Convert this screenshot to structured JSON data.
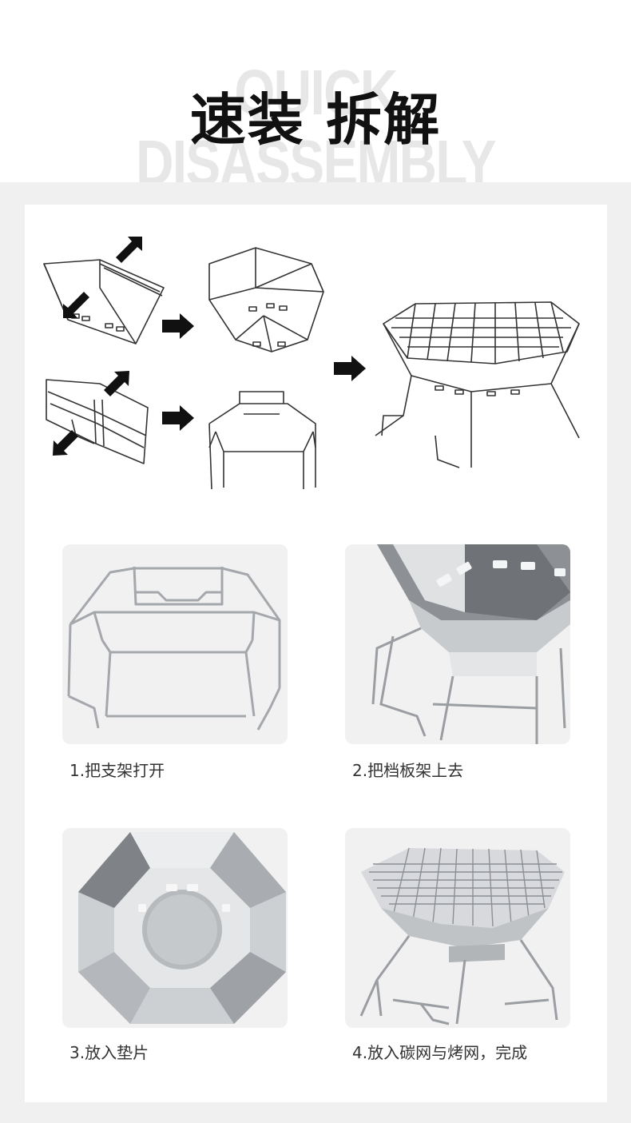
{
  "header": {
    "bg_title": "QUICK DISASSEMBLY",
    "title": "速装 拆解"
  },
  "diagram": {
    "icons": [
      "arrow-icon",
      "arrow-right-icon"
    ]
  },
  "steps": [
    {
      "caption": "1.把支架打开"
    },
    {
      "caption": "2.把档板架上去"
    },
    {
      "caption": "3.放入垫片"
    },
    {
      "caption": "4.放入碳网与烤网，完成"
    }
  ],
  "colors": {
    "band": "#f0f0f0",
    "panel": "#ffffff",
    "photo_bg": "#f1f1f1",
    "line": "#333333",
    "steel": "#b9bcc0"
  }
}
